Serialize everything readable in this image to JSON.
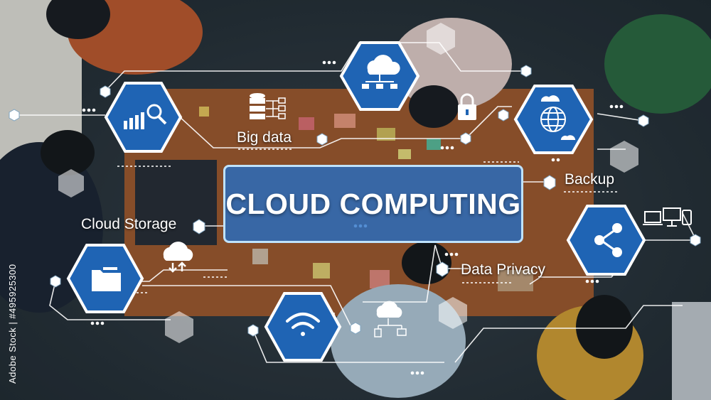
{
  "title": "CLOUD COMPUTING",
  "labels": {
    "big_data": "Big data",
    "backup": "Backup",
    "cloud_storage": "Cloud Storage",
    "data_privacy": "Data Privacy"
  },
  "credit": "Adobe Stock | #495925300",
  "colors": {
    "hex_fill": "#1f64b4",
    "hex_border": "#ffffff",
    "box_fill": "#236ec8",
    "box_border": "#bfe3ff"
  }
}
